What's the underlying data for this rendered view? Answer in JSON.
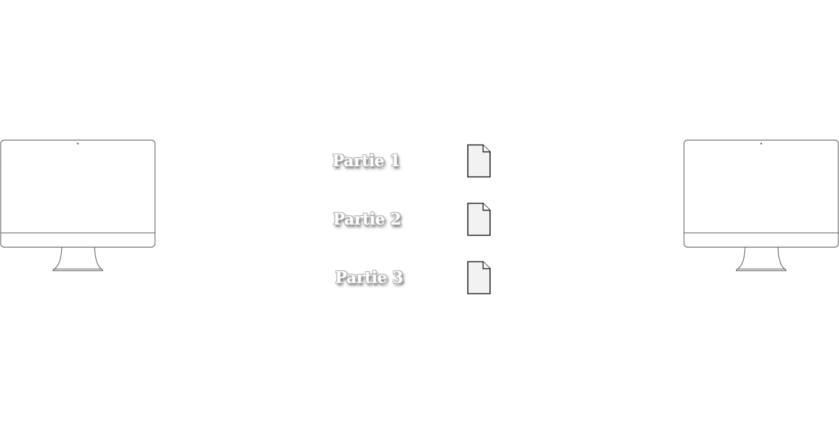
{
  "parts": [
    {
      "label": "Partie 1"
    },
    {
      "label": "Partie 2"
    },
    {
      "label": "Partie 3"
    }
  ],
  "icons": {
    "monitor": "monitor-icon",
    "file": "file-icon"
  },
  "colors": {
    "outline": "#555555",
    "file_fill": "#f2f2f2",
    "file_stroke": "#222222",
    "label_text": "#ffffff"
  }
}
